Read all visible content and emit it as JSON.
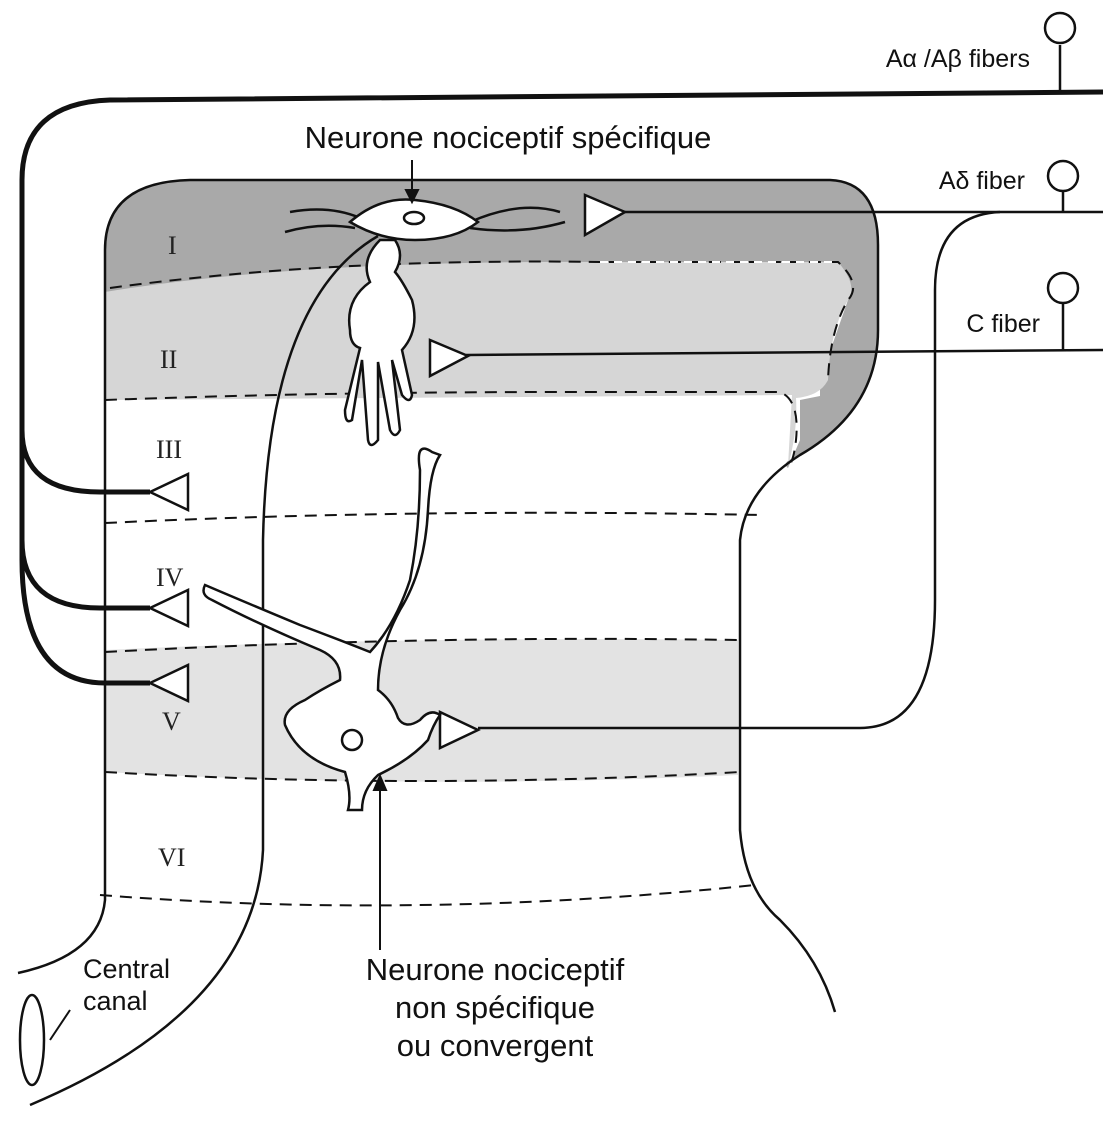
{
  "colors": {
    "lamina_i": "#a9a9a9",
    "lamina_ii": "#d6d6d6",
    "lamina_v": "#e3e3e3",
    "ink": "#111111"
  },
  "fibers": {
    "a_alpha_beta": "Aα /Aβ fibers",
    "a_delta": "Aδ fiber",
    "c": "C fiber"
  },
  "neurons": {
    "specific_label": "Neurone nociceptif spécifique",
    "nonspecific_label": [
      "Neurone nociceptif",
      "non spécifique",
      "ou convergent"
    ]
  },
  "laminae": [
    "I",
    "II",
    "III",
    "IV",
    "V",
    "VI"
  ],
  "central_canal": [
    "Central",
    "canal"
  ]
}
